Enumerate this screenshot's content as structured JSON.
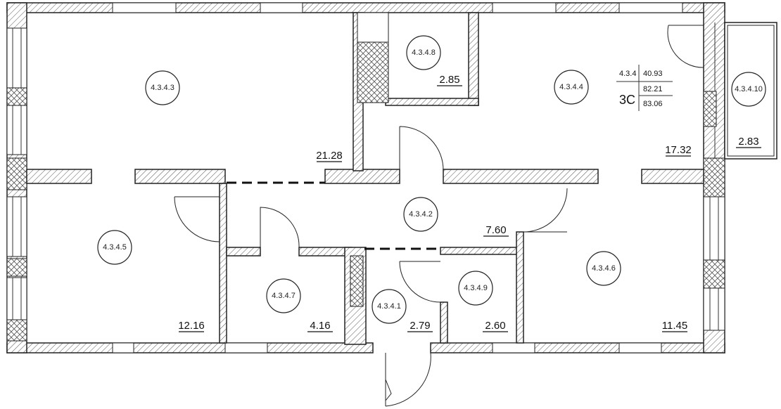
{
  "rooms": [
    {
      "code": "4.3.4.3",
      "area": "21.28"
    },
    {
      "code": "4.3.4.8",
      "area": "2.85"
    },
    {
      "code": "4.3.4.4",
      "area": "17.32"
    },
    {
      "code": "4.3.4.10",
      "area": "2.83"
    },
    {
      "code": "4.3.4.2",
      "area": "7.60"
    },
    {
      "code": "4.3.4.5",
      "area": "12.16"
    },
    {
      "code": "4.3.4.7",
      "area": "4.16"
    },
    {
      "code": "4.3.4.1",
      "area": "2.79"
    },
    {
      "code": "4.3.4.9",
      "area": "2.60"
    },
    {
      "code": "4.3.4.6",
      "area": "11.45"
    }
  ],
  "apartment": {
    "number": "4.3.4",
    "type": "3C",
    "area_living": "40.93",
    "area_total": "82.21",
    "area_full": "83.06"
  }
}
